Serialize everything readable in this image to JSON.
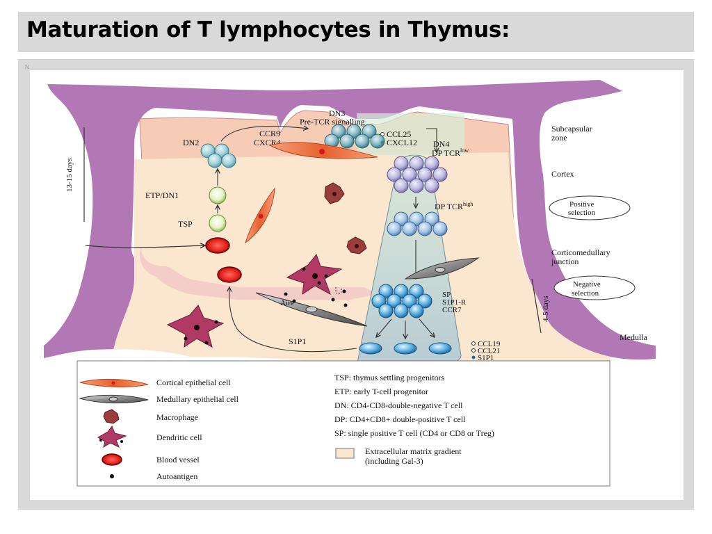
{
  "slide": {
    "title": "Maturation of T lymphocytes in Thymus:",
    "corner_mark": "N"
  },
  "diagram": {
    "timeline": {
      "early": "13-15 days",
      "late": "4-5 days"
    },
    "stages": {
      "dn2": "DN2",
      "dn3_title": "DN3",
      "dn3_sub": "Pre-TCR signalling",
      "dn4_title": "DN4",
      "dp_low": "DP TCR",
      "dp_low_sup": "low",
      "dp_high": "DP TCR",
      "dp_high_sup": "high",
      "etp": "ETP/DN1",
      "tsp": "TSP",
      "sp_1": "SP",
      "sp_2": "S1P1-R",
      "sp_3": "CCR7"
    },
    "signals": {
      "ccr9": "CCR9",
      "cxcr4": "CXCR4",
      "ccl25": "CCL25",
      "cxcl12": "CXCL12",
      "ccl19": "CCL19",
      "ccl21": "CCL21",
      "s1p1_right": "S1P1",
      "s1p1_left": "S1P1",
      "aire": "Aire"
    },
    "zones": {
      "subcapsular_1": "Subcapsular",
      "subcapsular_2": "zone",
      "cortex": "Cortex",
      "positive_1": "Positive",
      "positive_2": "selection",
      "cmj_1": "Corticomedullary",
      "cmj_2": "junction",
      "negative_1": "Negative",
      "negative_2": "selection",
      "medulla": "Medulla"
    },
    "legend": {
      "cortical": "Cortical epithelial cell",
      "medullary": "Medullary epithelial cell",
      "macrophage": "Macrophage",
      "dendritic": "Dendritic cell",
      "blood": "Blood vessel",
      "autoantigen": "Autoantigen",
      "tsp_def": "TSP: thymus settling progenitors",
      "etp_def": "ETP: early T-cell progenitor",
      "dn_def": "DN: CD4-CD8-double-negative T cell",
      "dp_def": "DP: CD4+CD8+ double-positive T cell",
      "sp_def": "SP: single positive T cell (CD4 or CD8 or Treg)",
      "ecm_1": "Extracellular matrix gradient",
      "ecm_2": "(including Gal-3)"
    }
  },
  "colors": {
    "capsule": "#b278b5",
    "cortex": "#f7ccb6",
    "medulla_fill": "#fbe6cf",
    "thymocyte": "#9ed1da",
    "dp_cell": "#bcb7dd",
    "sp_cell": "#5cb2e3",
    "blood_vessel": "#e0201c",
    "macrophage": "#9a3d3d",
    "dendritic": "#b03a63"
  }
}
